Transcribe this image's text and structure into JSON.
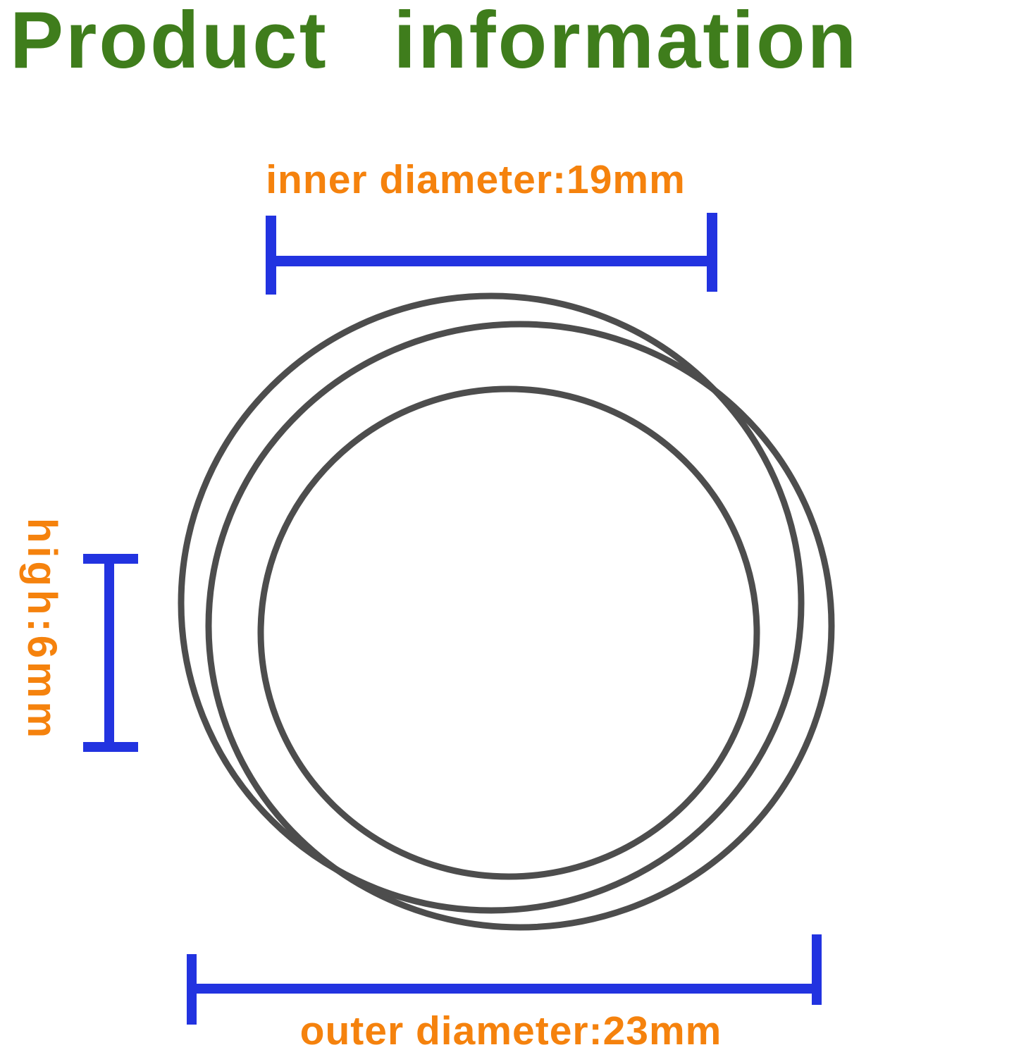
{
  "title": "Product information",
  "dimensions": {
    "inner_diameter_label": "inner diameter:19mm",
    "height_label": "high:6mm",
    "outer_diameter_label": "outer diameter:23mm"
  },
  "diagram": {
    "subject": "o-ring drive belt shown as overlapped ring outlines",
    "ring_outline_count": 3
  },
  "colors": {
    "title-green": "#3f7d1c",
    "label-orange": "#f5820d",
    "dimension-blue": "#2233e0",
    "ring-gray": "#4d4d4d",
    "background": "#ffffff"
  }
}
